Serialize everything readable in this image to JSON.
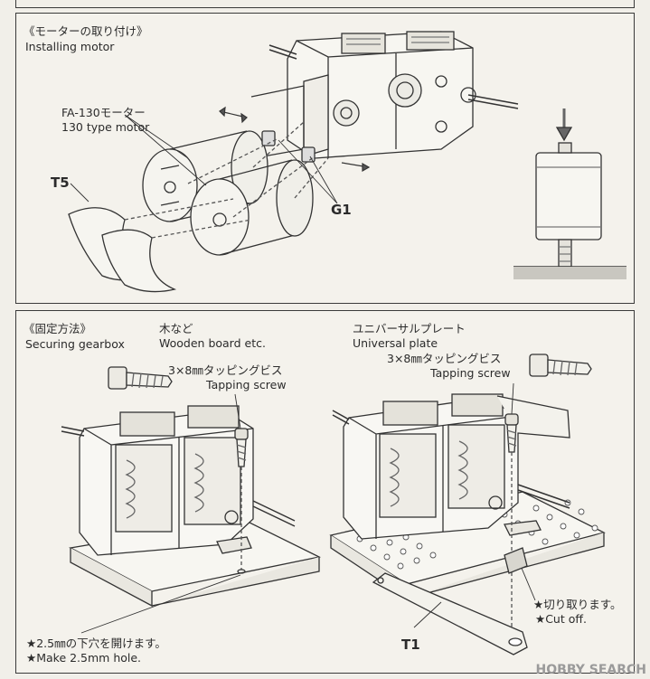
{
  "top": {
    "title_jp": "《モーターの取り付け》",
    "title_en": "Installing motor",
    "motor_label_jp": "FA-130モーター",
    "motor_label_en": "130 type motor",
    "t5": "T5",
    "g1": "G1"
  },
  "bottom": {
    "title_jp": "《固定方法》",
    "title_en": "Securing gearbox",
    "left": {
      "board_jp": "木など",
      "board_en": "Wooden board etc.",
      "screw_jp": "3×8㎜タッピングビス",
      "screw_en": "Tapping screw",
      "hole_jp": "★2.5㎜の下穴を開けます。",
      "hole_en": "★Make 2.5mm hole."
    },
    "right": {
      "plate_jp": "ユニバーサルプレート",
      "plate_en": "Universal plate",
      "screw_jp": "3×8㎜タッピングビス",
      "screw_en": "Tapping screw",
      "cut_jp": "★切り取ります。",
      "cut_en": "★Cut off.",
      "t1": "T1"
    }
  },
  "watermark": "HOBBY SEARCH",
  "icons": [
    "screw-icon",
    "arrow-icon",
    "gearbox-illustration",
    "motor-illustration"
  ]
}
